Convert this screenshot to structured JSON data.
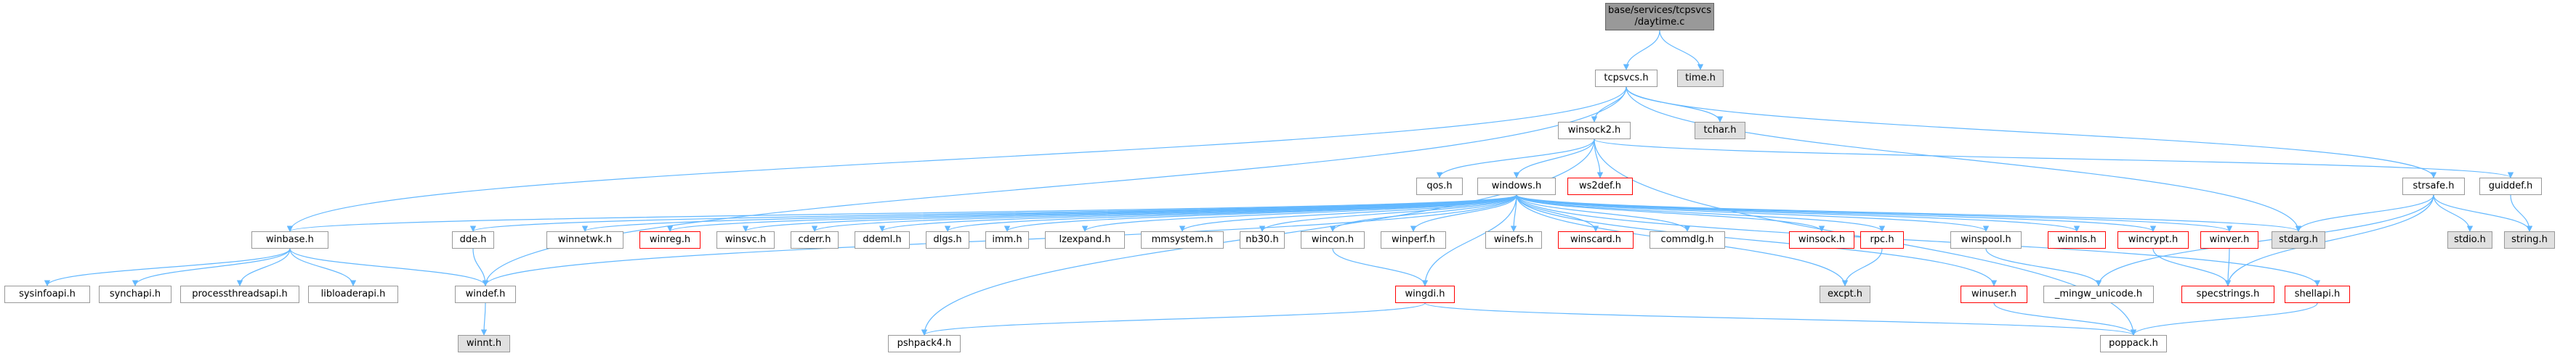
{
  "diagram": {
    "root": {
      "line1": "base/services/tcpsvcs",
      "line2": "/daytime.c"
    },
    "nodes": {
      "tcpsvcs": "tcpsvcs.h",
      "time": "time.h",
      "winsock2": "winsock2.h",
      "tchar": "tchar.h",
      "qos": "qos.h",
      "windows": "windows.h",
      "ws2def": "ws2def.h",
      "strsafe": "strsafe.h",
      "guiddef": "guiddef.h",
      "winbase": "winbase.h",
      "dde": "dde.h",
      "winnetwk": "winnetwk.h",
      "winreg": "winreg.h",
      "winsvc": "winsvc.h",
      "cderr": "cderr.h",
      "ddeml": "ddeml.h",
      "dlgs": "dlgs.h",
      "imm": "imm.h",
      "lzexpand": "lzexpand.h",
      "mmsystem": "mmsystem.h",
      "nb30": "nb30.h",
      "wincon": "wincon.h",
      "winperf": "winperf.h",
      "winefs": "winefs.h",
      "winscard": "winscard.h",
      "commdlg": "commdlg.h",
      "winsock": "winsock.h",
      "rpc": "rpc.h",
      "winspool": "winspool.h",
      "winnls": "winnls.h",
      "wincrypt": "wincrypt.h",
      "winver": "winver.h",
      "stdarg": "stdarg.h",
      "stdio": "stdio.h",
      "string": "string.h",
      "sysinfoapi": "sysinfoapi.h",
      "synchapi": "synchapi.h",
      "processthreadsapi": "processthreadsapi.h",
      "libloaderapi": "libloaderapi.h",
      "windef": "windef.h",
      "wingdi": "wingdi.h",
      "winuser": "winuser.h",
      "mingw_unicode": "_mingw_unicode.h",
      "specstrings": "specstrings.h",
      "shellapi": "shellapi.h",
      "excpt": "excpt.h",
      "winnt": "winnt.h",
      "pshpack4": "pshpack4.h",
      "poppack": "poppack.h"
    },
    "colors": {
      "edge": "#63b8ff",
      "system_fill": "#e0e0e0",
      "missing_border": "#ff0000",
      "root_fill": "#999999"
    }
  }
}
